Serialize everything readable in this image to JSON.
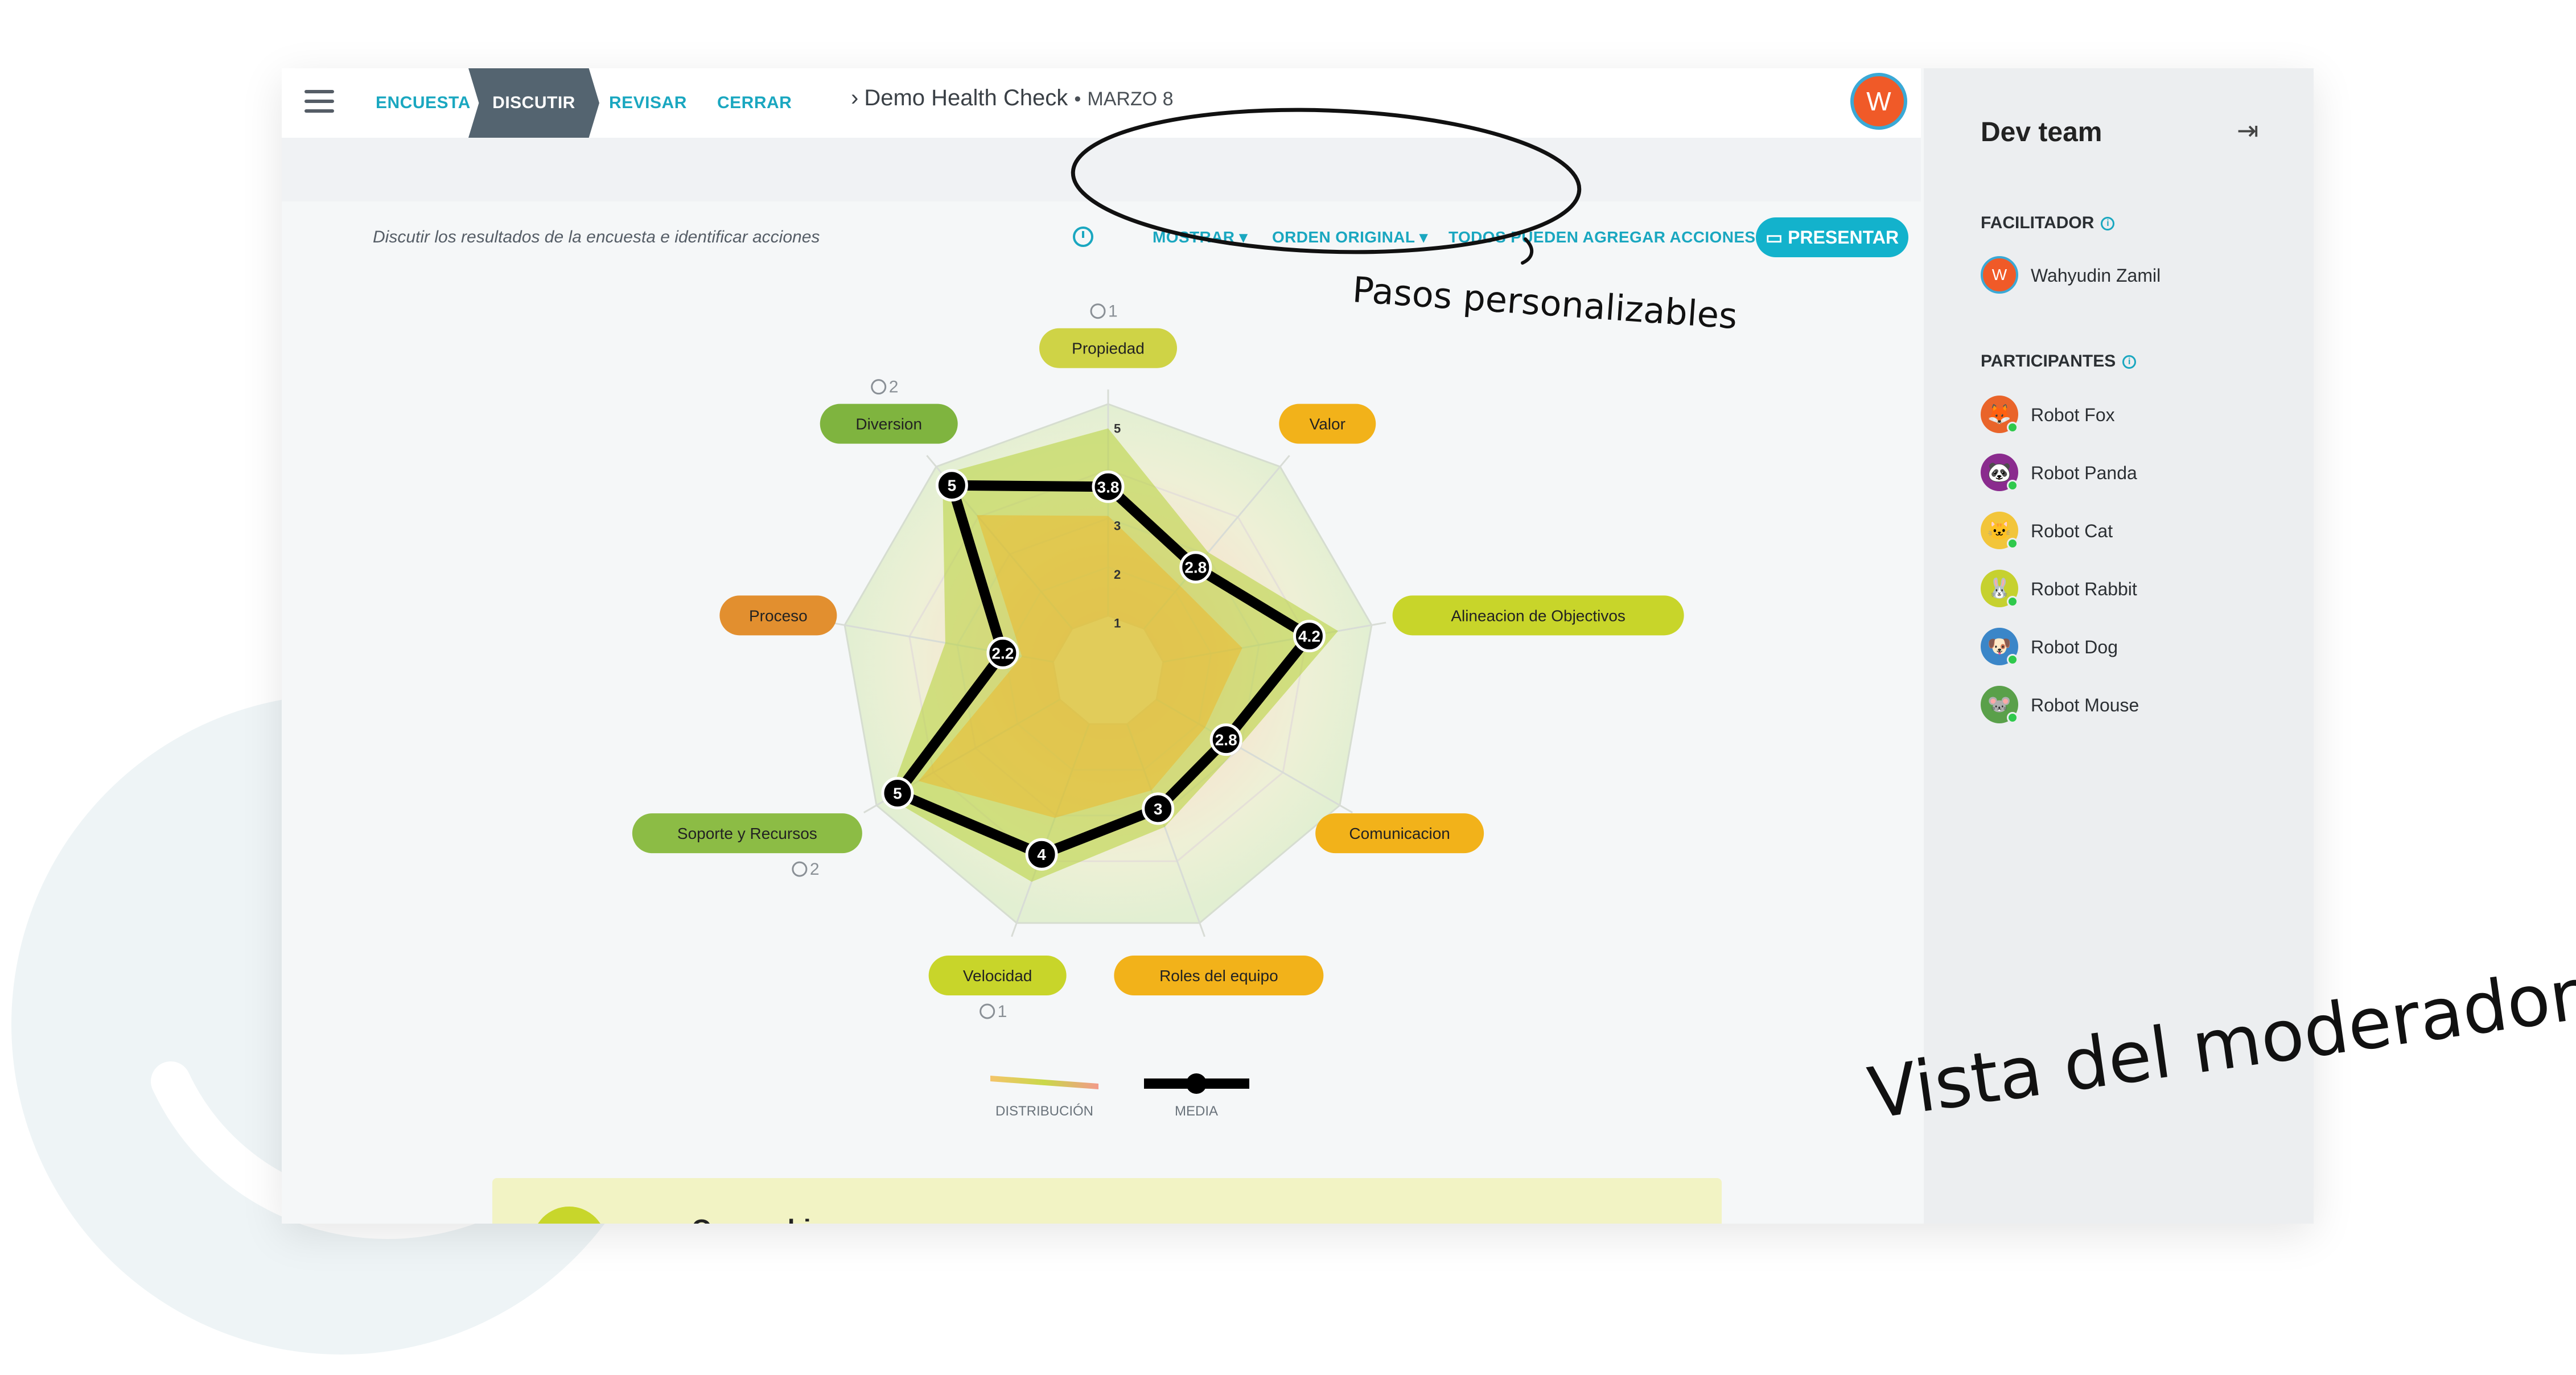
{
  "app": {
    "menu_icon": "hamburger-icon",
    "steps": [
      "ENCUESTA",
      "DISCUTIR",
      "REVISAR",
      "CERRAR"
    ],
    "active_step": "DISCUTIR",
    "breadcrumb": {
      "title": "Demo Health Check",
      "separator": "•",
      "date": "MARZO 8"
    },
    "user_initial": "W"
  },
  "toolbar": {
    "description": "Discutir los resultados de la encuesta e identificar acciones",
    "timer_icon": "stopwatch-icon",
    "mostrar": "MOSTRAR",
    "orden": "ORDEN ORIGINAL",
    "todos": "TODOS PUEDEN AGREGAR ACCIONES",
    "present": "PRESENTAR"
  },
  "chart_data": {
    "type": "radar",
    "scale": [
      1,
      2,
      3,
      5
    ],
    "categories": [
      "Propiedad",
      "Valor",
      "Alineacion de Objectivos",
      "Comunicacion",
      "Roles del equipo",
      "Velocidad",
      "Soporte y Recursos",
      "Proceso",
      "Diversion"
    ],
    "series": [
      {
        "name": "MEDIA",
        "values": [
          "3.8",
          "2.8",
          "4.2",
          "2.8",
          "3",
          "4",
          "5",
          "2.2",
          "5"
        ]
      }
    ],
    "comments": {
      "Propiedad": "1",
      "Diversion": "2",
      "Soporte y Recursos": "2",
      "Velocidad": "1"
    },
    "legend": [
      "DISTRIBUCIÓN",
      "MEDIA"
    ],
    "label_colors": {
      "Propiedad": "#cfd346",
      "Valor": "#f2b21a",
      "Alineacion de Objectivos": "#c8d52a",
      "Comunicacion": "#f2b21a",
      "Roles del equipo": "#f2b21a",
      "Velocidad": "#c8d52a",
      "Soporte y Recursos": "#8cbc45",
      "Proceso": "#e28f2f",
      "Diversion": "#7fb43f"
    }
  },
  "panel": {
    "title": "Dev team",
    "collapse_icon": "collapse-right-icon",
    "facilitator_label": "FACILITADOR",
    "facilitator": {
      "name": "Wahyudin Zamil",
      "initial": "W"
    },
    "participants_label": "PARTICIPANTES",
    "participants": [
      {
        "name": "Robot Fox",
        "icon": "fox-icon",
        "color": "#e9642a"
      },
      {
        "name": "Robot Panda",
        "icon": "panda-icon",
        "color": "#8a2b8e"
      },
      {
        "name": "Robot Cat",
        "icon": "cat-icon",
        "color": "#f2c53a"
      },
      {
        "name": "Robot Rabbit",
        "icon": "rabbit-icon",
        "color": "#c6d12f"
      },
      {
        "name": "Robot Dog",
        "icon": "dog-icon",
        "color": "#3b86c8"
      },
      {
        "name": "Robot Mouse",
        "icon": "mouse-icon",
        "color": "#5aa04a"
      }
    ]
  },
  "bottom_card": {
    "title": "Ownership"
  },
  "annotations": {
    "custom_steps": "Pasos personalizables",
    "moderator_view": "Vista del moderador"
  }
}
